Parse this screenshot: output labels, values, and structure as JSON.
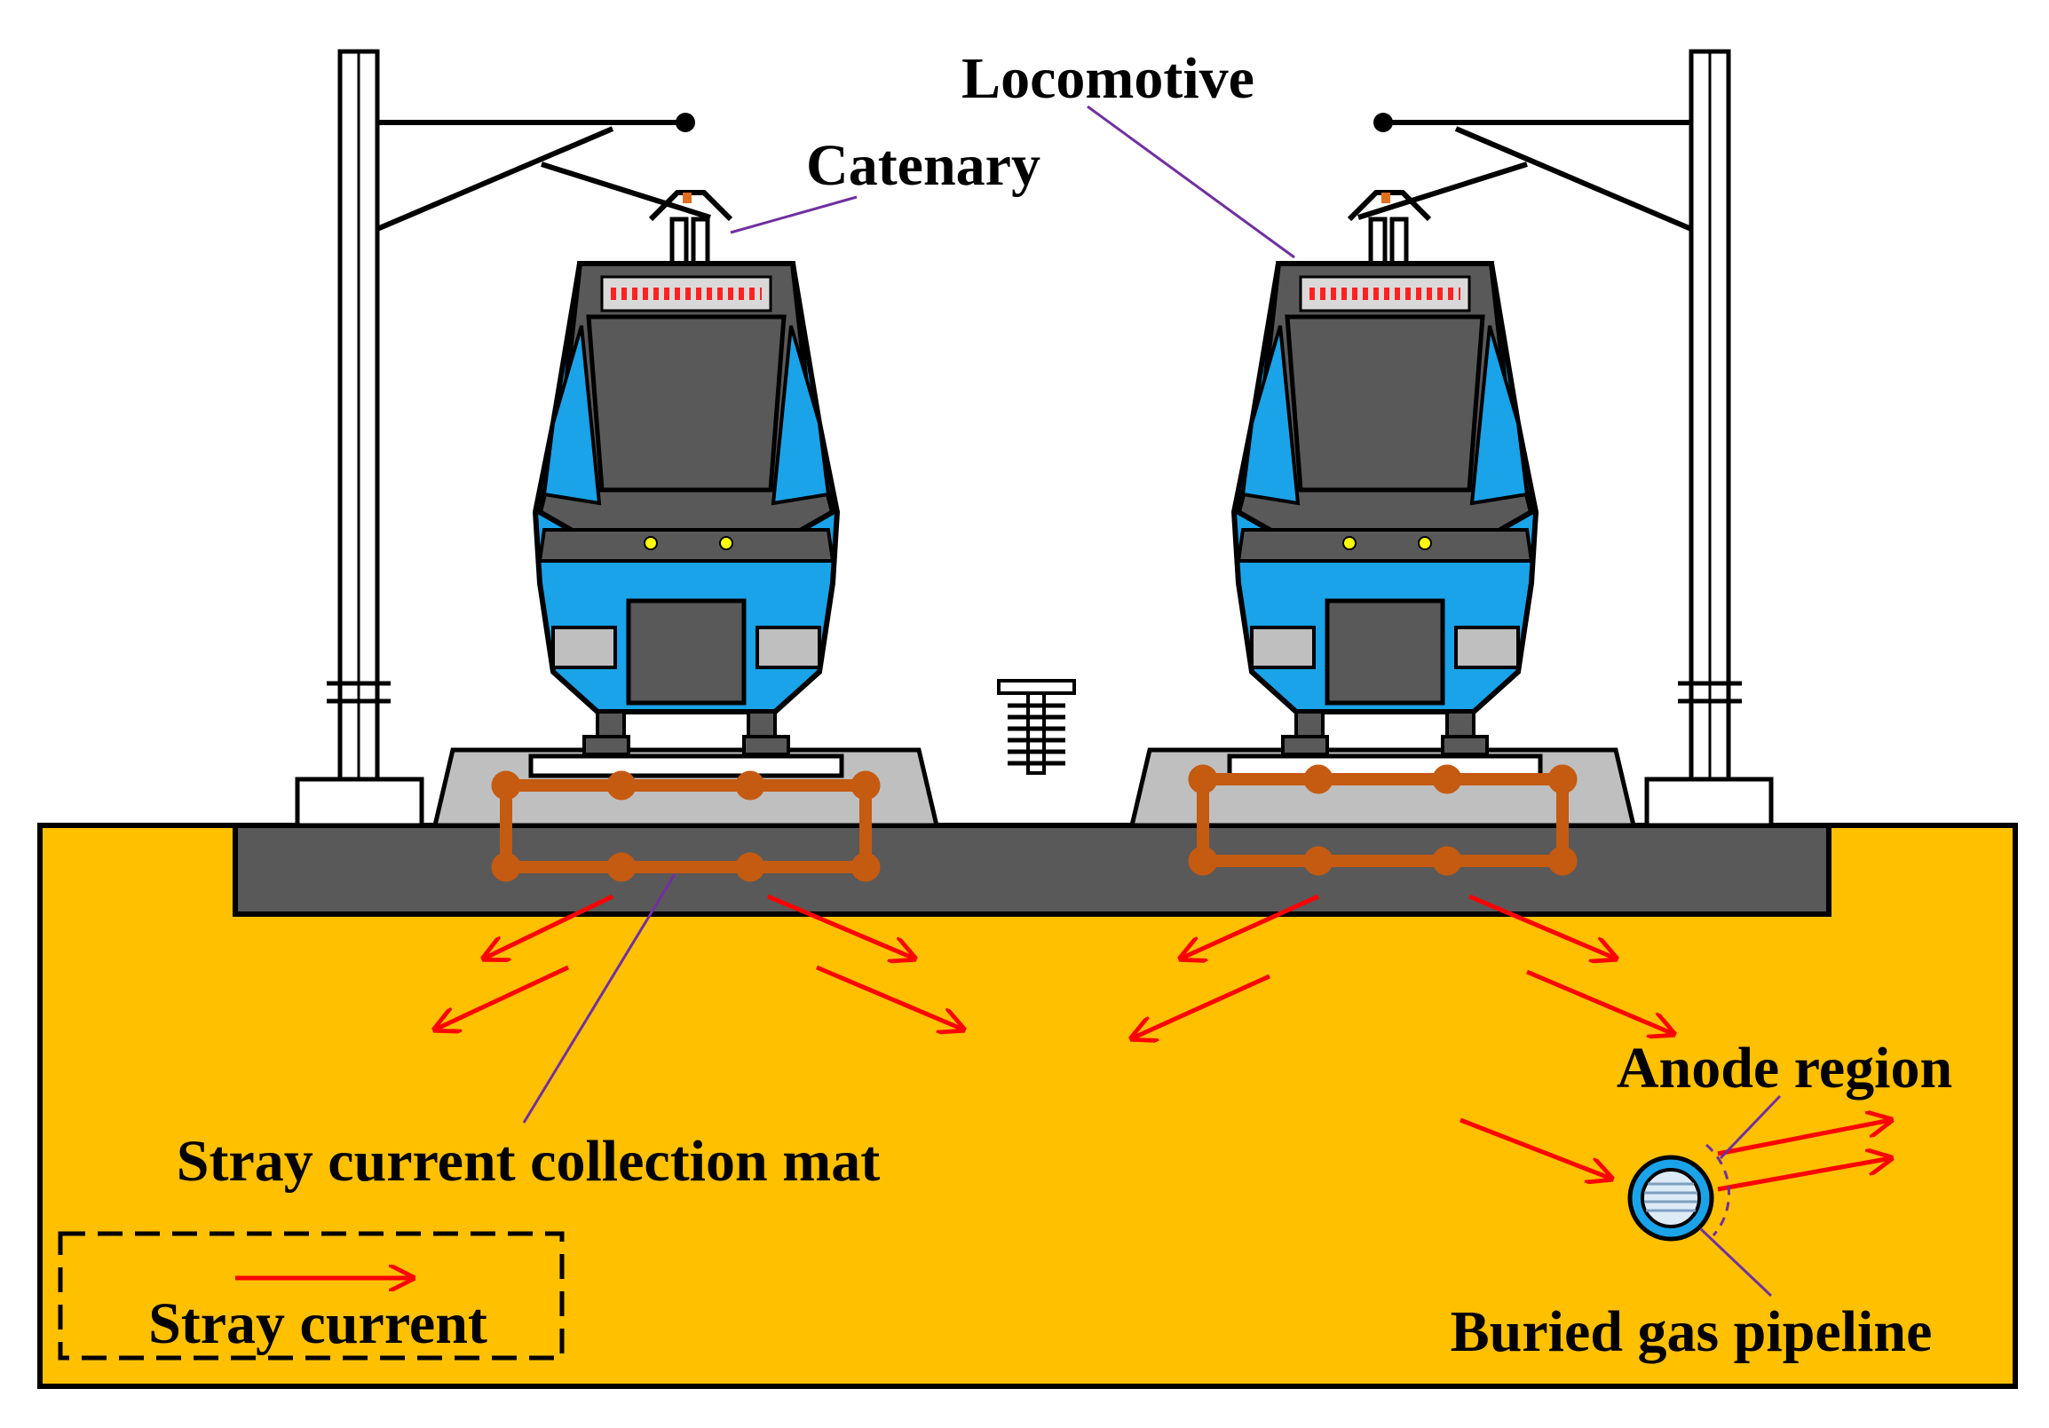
{
  "labels": {
    "locomotive": "Locomotive",
    "catenary": "Catenary",
    "mat": "Stray current collection mat",
    "anode": "Anode region",
    "pipeline": "Buried gas pipeline",
    "legend": "Stray current"
  },
  "colors": {
    "soil": "#FFC000",
    "track_bed": "#595959",
    "ballast": "#BFBFBF",
    "mat": "#C55A11",
    "current_arrow": "#FF0000",
    "loco_body": "#595959",
    "loco_stripe": "#1AA3E8",
    "leader_line": "#7030A0",
    "pipe_ring": "#1AA3E8",
    "pipe_fill": "#DDEBF7"
  },
  "icons": {
    "locomotive": "electric-locomotive-front-view",
    "pole": "catenary-mast",
    "pipe": "pipeline-cross-section",
    "insulator": "insulator"
  }
}
